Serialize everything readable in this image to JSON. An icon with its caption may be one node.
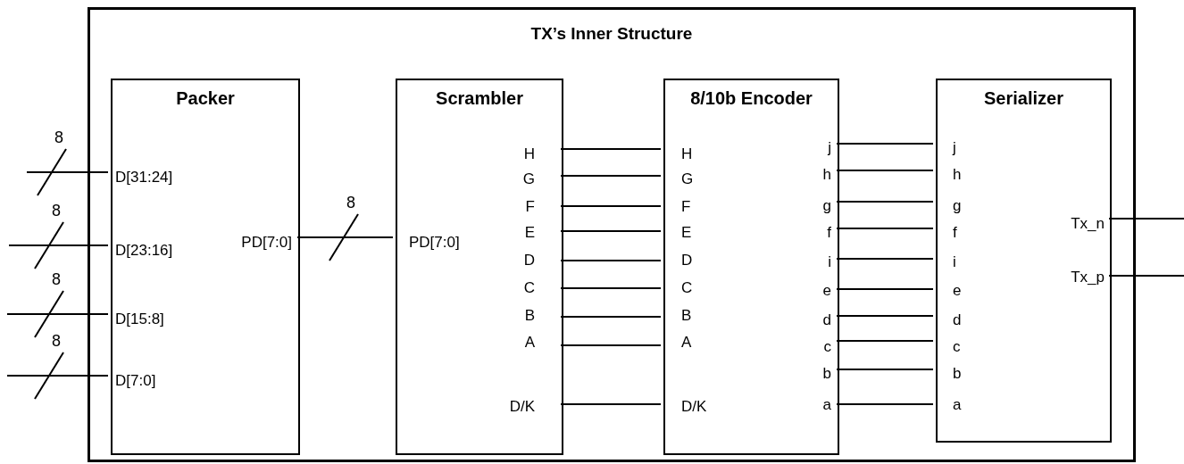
{
  "diagram": {
    "nodes": [
      {
        "text": [
          "TX’s Inner Structure"
        ]
      },
      {
        "text": [
          "Packer",
          "D[31:24]",
          "D[23:16]",
          "D[15:8]",
          "D[7:0]",
          "PD[7:0]"
        ],
        "in": 0
      },
      {
        "text": [
          "Scrambler",
          "PD[7:0]",
          "H",
          "G",
          "F",
          "E",
          "D",
          "C",
          "B",
          "A",
          "D/K"
        ],
        "in": 0
      },
      {
        "text": [
          "8/10b Encoder",
          "H",
          "G",
          "F",
          "E",
          "D",
          "C",
          "B",
          "A",
          "D/K",
          "j",
          "h",
          "g",
          "f",
          "i",
          "e",
          "d",
          "c",
          "b",
          "a"
        ],
        "in": 0
      },
      {
        "text": [
          "Serializer",
          "j",
          "h",
          "g",
          "f",
          "i",
          "e",
          "d",
          "c",
          "b",
          "a",
          "Tx_n",
          "Tx_p"
        ],
        "in": 0
      }
    ],
    "edges": [
      {
        "from": null,
        "to": 1,
        "arrow": "none",
        "label": "8"
      },
      {
        "from": null,
        "to": 1,
        "arrow": "none",
        "label": "8"
      },
      {
        "from": null,
        "to": 1,
        "arrow": "none",
        "label": "8"
      },
      {
        "from": null,
        "to": 1,
        "arrow": "none",
        "label": "8"
      },
      {
        "from": 1,
        "to": 2,
        "arrow": "none",
        "label": "8"
      },
      {
        "from": 2,
        "to": 3,
        "arrow": "none"
      },
      {
        "from": 2,
        "to": 3,
        "arrow": "none"
      },
      {
        "from": 2,
        "to": 3,
        "arrow": "none"
      },
      {
        "from": 2,
        "to": 3,
        "arrow": "none"
      },
      {
        "from": 2,
        "to": 3,
        "arrow": "none"
      },
      {
        "from": 2,
        "to": 3,
        "arrow": "none"
      },
      {
        "from": 2,
        "to": 3,
        "arrow": "none"
      },
      {
        "from": 2,
        "to": 3,
        "arrow": "none"
      },
      {
        "from": 2,
        "to": 3,
        "arrow": "none"
      },
      {
        "from": 3,
        "to": 4,
        "arrow": "none"
      },
      {
        "from": 3,
        "to": 4,
        "arrow": "none"
      },
      {
        "from": 3,
        "to": 4,
        "arrow": "none"
      },
      {
        "from": 3,
        "to": 4,
        "arrow": "none"
      },
      {
        "from": 3,
        "to": 4,
        "arrow": "none"
      },
      {
        "from": 3,
        "to": 4,
        "arrow": "none"
      },
      {
        "from": 3,
        "to": 4,
        "arrow": "none"
      },
      {
        "from": 3,
        "to": 4,
        "arrow": "none"
      },
      {
        "from": 3,
        "to": 4,
        "arrow": "none"
      },
      {
        "from": 3,
        "to": 4,
        "arrow": "none"
      },
      {
        "from": 4,
        "to": null,
        "arrow": "none"
      },
      {
        "from": 4,
        "to": null,
        "arrow": "none"
      }
    ]
  }
}
